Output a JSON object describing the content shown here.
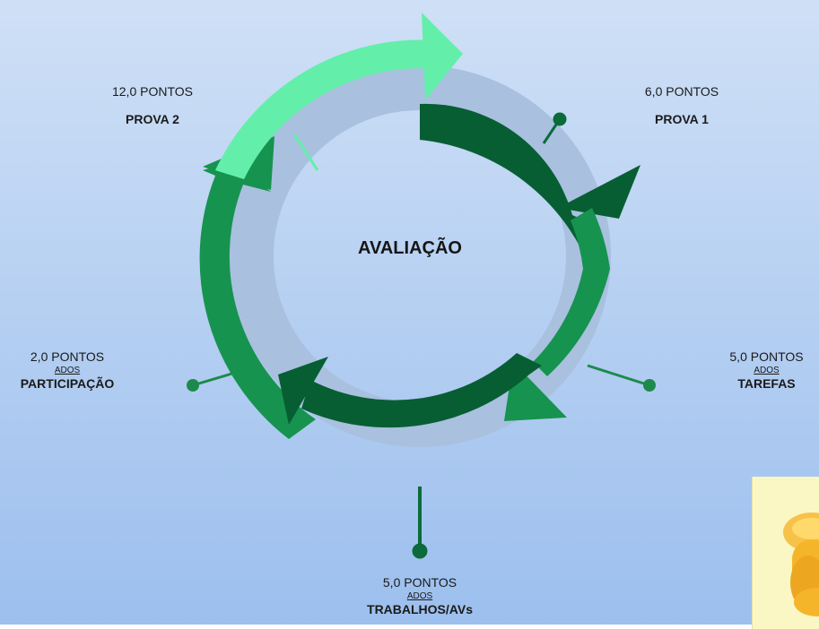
{
  "center": {
    "title": "AVALIAÇÃO"
  },
  "stages": [
    {
      "id": "prova2",
      "points": "12,0 PONTOS",
      "name": "PROVA 2",
      "color": "#63efaa"
    },
    {
      "id": "prova1",
      "points": "6,0 PONTOS",
      "name": "PROVA 1",
      "color": "#075e33"
    },
    {
      "id": "tarefas",
      "points": "5,0 PONTOS",
      "sub": "ADOS",
      "name": "TAREFAS",
      "color": "#16934f"
    },
    {
      "id": "trabalhos",
      "points": "5,0 PONTOS",
      "sub": "ADOS",
      "name": "TRABALHOS/AVs",
      "color": "#075e33"
    },
    {
      "id": "participacao",
      "points": "2,0 PONTOS",
      "sub": "ADOS",
      "name": "PARTICIPAÇÃO",
      "color": "#16934f"
    }
  ],
  "colors": {
    "background_top": "#c9dcf4",
    "background_bottom": "#9ec0ec",
    "inner_ring": "#a9c0df",
    "connector": "#1d8a4c",
    "sticker_bg": "#fbf7c4",
    "character": "#f5b52a"
  },
  "icons": {
    "character": "cartoon-character-icon"
  }
}
